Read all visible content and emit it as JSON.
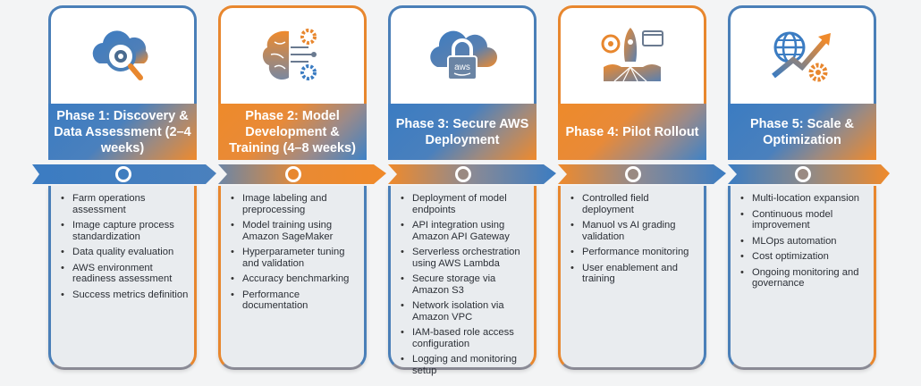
{
  "colors": {
    "blue": "#3b7cc2",
    "orange": "#ef8a2c",
    "panel": "#e9ecef"
  },
  "phases": [
    {
      "icon": "cloud-magnifier-gear-icon",
      "title": "Phase 1: Discovery & Data Assessment (2–4 weeks)",
      "items": [
        "Farm operations assessment",
        "Image capture process standardization",
        "Data quality evaluation",
        "AWS environment readiness assessment",
        "Success metrics definition"
      ]
    },
    {
      "icon": "brain-gears-icon",
      "title": "Phase 2: Model Development & Training (4–8 weeks)",
      "items": [
        "Image labeling and preprocessing",
        "Model training using Amazon SageMaker",
        "Hyperparameter tuning and validation",
        "Accuracy benchmarking",
        "Performance documentation"
      ]
    },
    {
      "icon": "cloud-lock-aws-icon",
      "icon_text": "aws",
      "title": "Phase 3: Secure AWS Deployment",
      "items": [
        "Deployment of model endpoints",
        "API integration using Amazon API Gateway",
        "Serverless orchestration using AWS Lambda",
        "Secure storage via Amazon S3",
        "Network isolation via Amazon VPC",
        "IAM-based role access configuration",
        "Logging and monitoring setup"
      ]
    },
    {
      "icon": "rocket-launch-icon",
      "title": "Phase 4: Pilot Rollout",
      "items": [
        "Controlled field deployment",
        "Manuol vs AI grading validation",
        "Performance monitoring",
        "User enablement and training"
      ]
    },
    {
      "icon": "globe-growth-gear-icon",
      "title": "Phase 5: Scale & Optimization",
      "items": [
        "Multi-location expansion",
        "Continuous model improvement",
        "MLOps automation",
        "Cost optimization",
        "Ongoing monitoring and governance"
      ]
    }
  ]
}
